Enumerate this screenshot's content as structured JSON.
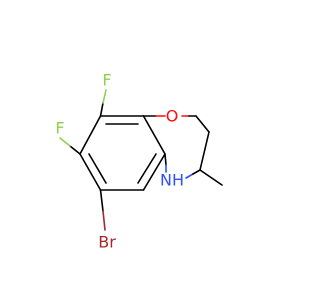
{
  "molecule": {
    "atoms": {
      "F_top": "F",
      "F_left": "F",
      "O": "O",
      "NH": "NH",
      "Br": "Br"
    }
  },
  "colors": {
    "F": "#90d050",
    "O": "#ff0d0d",
    "N": "#3050f8",
    "Br": "#a62929",
    "bond": "#000000"
  }
}
